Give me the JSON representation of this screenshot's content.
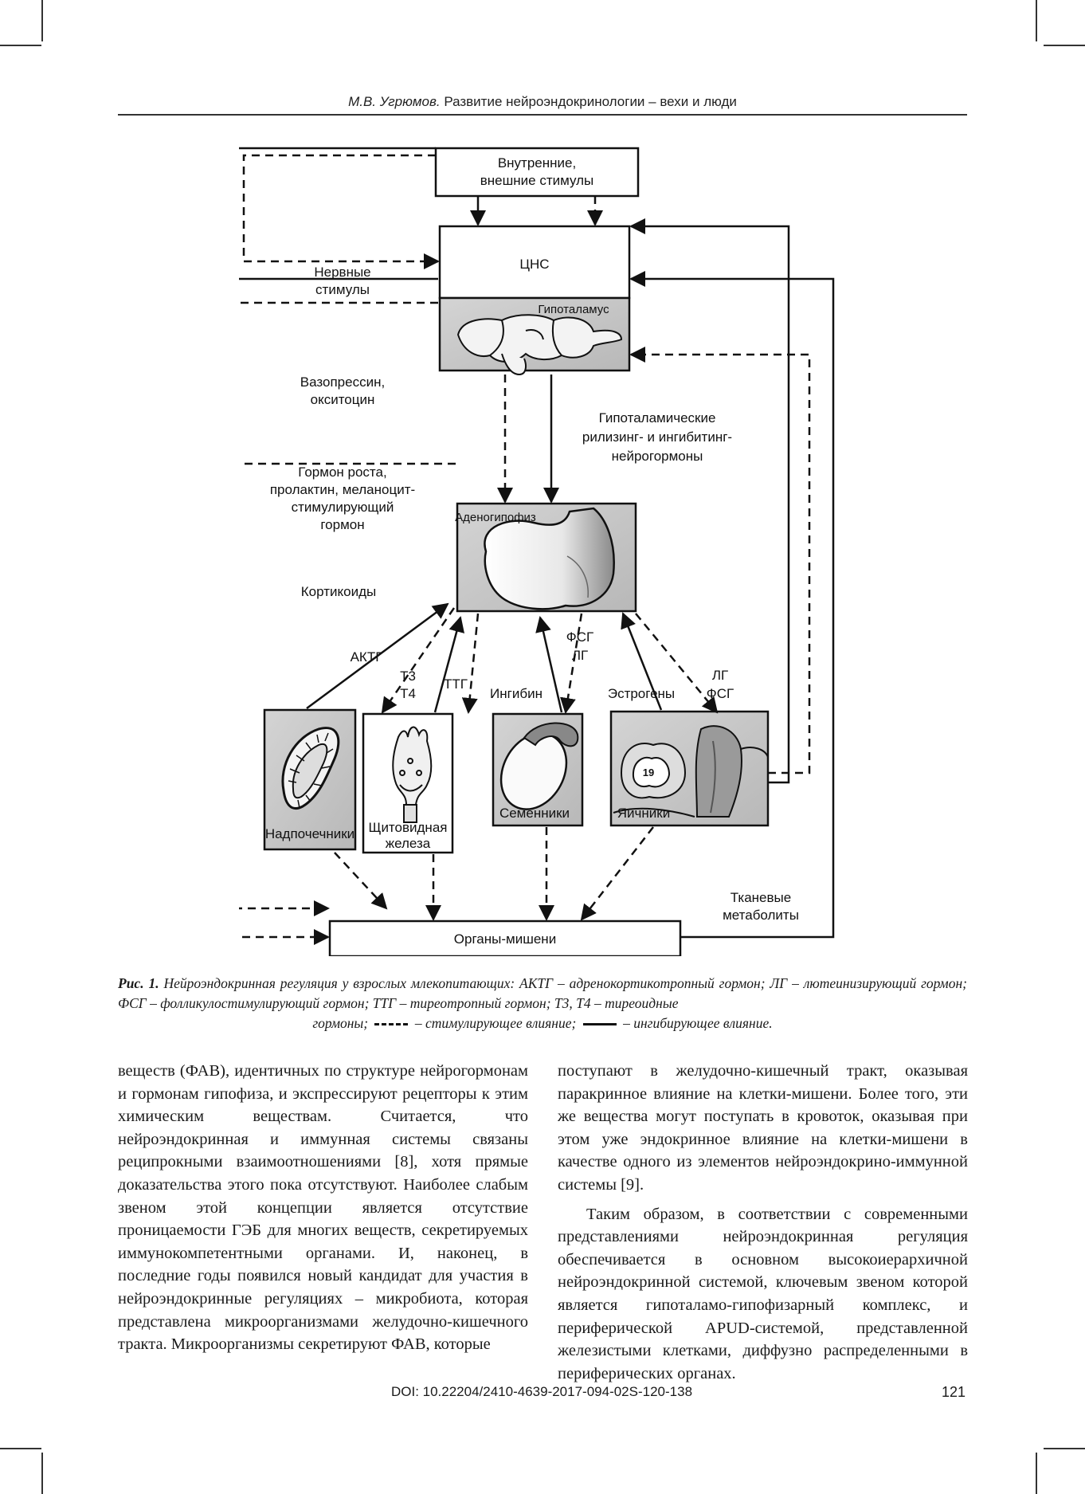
{
  "header": {
    "author": "М.В. Угрюмов.",
    "title": "Развитие нейроэндокринологии – вехи и люди"
  },
  "diagram": {
    "stimuli": [
      "Внутренние,",
      "внешние стимулы"
    ],
    "cns": "ЦНС",
    "hypothalamus": "Гипоталамус",
    "nerve_stimuli": [
      "Нервные",
      "стимулы"
    ],
    "vasopressin": [
      "Вазопрессин,",
      "окситоцин"
    ],
    "releasing": [
      "Гипоталамические",
      "рилизинг- и ингибитинг-",
      "нейрогормоны"
    ],
    "growth": [
      "Гормон роста,",
      "пролактин, меланоцит-",
      "стимулирующий",
      "гормон"
    ],
    "adeno": "Аденогипофиз",
    "corticoids": "Кортикоиды",
    "actg": "АКТГ",
    "t3": "Т3",
    "t4": "Т4",
    "ttg": "ТТГ",
    "fsg_lg": [
      "ФСГ",
      "ЛГ"
    ],
    "inhibin": "Ингибин",
    "estrogens": "Эстрогены",
    "lg_fsg": [
      "ЛГ",
      "ФСГ"
    ],
    "adrenals": "Надпочечники",
    "thyroid": [
      "Щитовидная",
      "железа"
    ],
    "testes": "Семенники",
    "ovaries": "Яичники",
    "ovary_number": "19",
    "tissue": [
      "Тканевые",
      "метаболиты"
    ],
    "targets": "Органы-мишени"
  },
  "caption": {
    "lead": "Рис. 1.",
    "text": " Нейроэндокринная регуляция у взрослых млекопитающих: АКТГ – адренокортикотропный гормон; ЛГ – лютеинизирующий гормон; ФСГ – фолликулостимулирующий гормон; ТТГ – тиреотропный гормон; Т3, Т4 – тиреоидные",
    "legend_start": "гормоны;",
    "legend_dashed": "– стимулирующее влияние;",
    "legend_solid": "– ингибирующее влияние."
  },
  "body": {
    "left": "веществ (ФАВ), идентичных по структуре нейрогормонам и гормонам гипофиза, и экспрессируют рецепторы к этим химическим веществам. Считается, что нейроэндокринная и иммунная системы связаны реципрокными взаимоотношениями [8], хотя прямые доказательства этого пока отсутствуют. Наиболее слабым звеном этой концепции является отсутствие проницаемости ГЭБ для многих веществ, секретируемых иммунокомпетентными органами. И, наконец, в последние годы появился новый кандидат для участия в нейроэндокринные регуляциях – микробиота, которая представлена микроорганизмами желудочно-кишечного тракта. Микроорганизмы секретируют ФАВ, которые",
    "right_p1": "поступают в желудочно-кишечный тракт, оказывая паракринное влияние на клетки-мишени. Более того, эти же вещества могут поступать в кровоток, оказывая при этом уже эндокринное влияние на клетки-мишени в качестве одного из элементов нейроэндокрино-иммунной системы [9].",
    "right_p2": "Таким образом, в соответствии с современными представлениями нейроэндокринная регуляция обеспечивается в основном высокоиерархичной нейроэндокринной системой, ключевым звеном которой является гипоталамо-гипофизарный комплекс, и периферической APUD-системой, представленной железистыми клетками, диффузно распределенными в периферических органах."
  },
  "footer": {
    "doi": "DOI: 10.22204/2410-4639-2017-094-02S-120-138",
    "page": "121"
  }
}
